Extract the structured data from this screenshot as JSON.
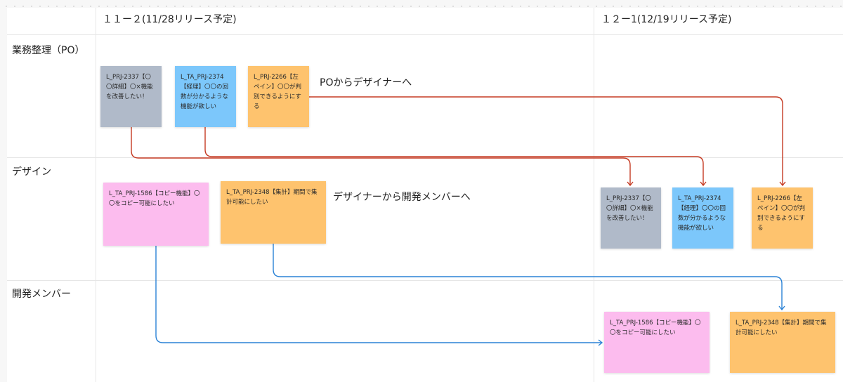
{
  "columns": {
    "c1": "１１ー２(11/28リリース予定)",
    "c2": "１２ー1(12/19リリース予定)"
  },
  "rows": {
    "r1": "業務整理（PO）",
    "r2": "デザイン",
    "r3": "開発メンバー"
  },
  "annotations": {
    "a1": "POからデザイナーへ",
    "a2": "デザイナーから開発メンバーへ"
  },
  "stickies": {
    "po_2337": "L_PRJ-2337【〇〇詳細】〇×機能を改善したい！",
    "po_2374": "L_TA_PRJ-2374【経理】〇〇の回数が分かるような機能が欲しい",
    "po_2266": "L_PRJ-2266【左ペイン】〇〇が判別できるようにする",
    "ds_1586": "L_TA_PRJ-1586【コピー機能】〇〇をコピー可能にしたい",
    "ds_2348": "L_TA_PRJ-2348【集計】期間で集計可能にしたい",
    "ds_2337": "L_PRJ-2337【〇〇詳細】〇×機能を改善したい！",
    "ds_2374": "L_TA_PRJ-2374【経理】〇〇の回数が分かるような機能が欲しい",
    "ds_2266": "L_PRJ-2266【左ペイン】〇〇が判別できるようにする",
    "dv_1586": "L_TA_PRJ-1586【コピー機能】〇〇をコピー可能にしたい",
    "dv_2348": "L_TA_PRJ-2348【集計】期間で集計可能にしたい"
  },
  "colors": {
    "gray": "#b0bac9",
    "blue": "#7cc7fb",
    "orange": "#fec36e",
    "pink": "#fcbcee",
    "red_arrow": "#c53a22",
    "blue_arrow": "#2a82d6"
  }
}
